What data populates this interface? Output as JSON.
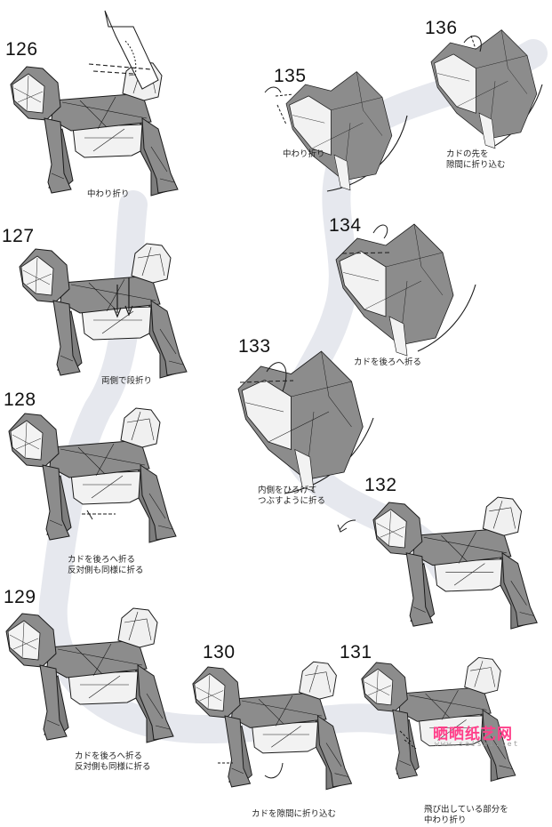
{
  "steps": [
    {
      "number": "126",
      "caption": "中わり折り"
    },
    {
      "number": "127",
      "caption": "両側で段折り"
    },
    {
      "number": "128",
      "caption": "カドを後ろへ折る\n反対側も同様に折る"
    },
    {
      "number": "129",
      "caption": "カドを後ろへ折る\n反対側も同様に折る"
    },
    {
      "number": "130",
      "caption": "カドを隙間に折り込む"
    },
    {
      "number": "131",
      "caption": "飛び出している部分を\n中わり折り"
    },
    {
      "number": "132",
      "caption": ""
    },
    {
      "number": "133",
      "caption": "内側をひろげて\nつぶすように折る"
    },
    {
      "number": "134",
      "caption": "カドを後ろへ折る"
    },
    {
      "number": "135",
      "caption": "中わり折り"
    },
    {
      "number": "136",
      "caption": "カドの先を\n隙間に折り込む"
    }
  ],
  "watermark": {
    "logo": "晒晒纸艺网",
    "url": "www.saisai.net"
  },
  "colors": {
    "paper_gray": "#8a8a8a",
    "paper_light": "#f4f4f4",
    "path": "#e6e8ee",
    "line": "#1a1a1a",
    "watermark": "#ff3f8a"
  }
}
